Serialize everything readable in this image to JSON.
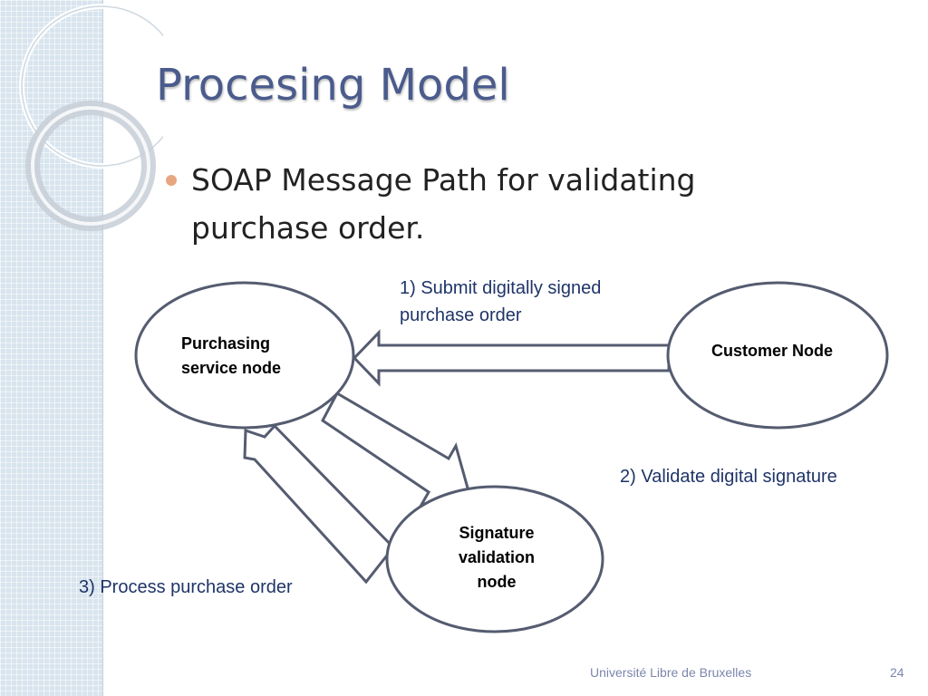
{
  "slide": {
    "title": "Procesing Model",
    "bullet": "SOAP Message Path for validating purchase order."
  },
  "diagram": {
    "nodes": {
      "purchasing": "Purchasing service node",
      "customer": "Customer Node",
      "signature": "Signature validation node"
    },
    "edges": {
      "step1": "1) Submit digitally signed purchase order",
      "step2": "2) Validate digital signature",
      "step3": "3) Process purchase order"
    }
  },
  "footer": {
    "institution": "Université Libre de Bruxelles",
    "page_number": "24"
  },
  "colors": {
    "title": "#4a5b8c",
    "bullet_dot": "#e8a680",
    "node_stroke": "#555c70",
    "edge_label": "#1f3468",
    "footer": "#7b86ad",
    "side_strip": "#d8e4ee"
  }
}
